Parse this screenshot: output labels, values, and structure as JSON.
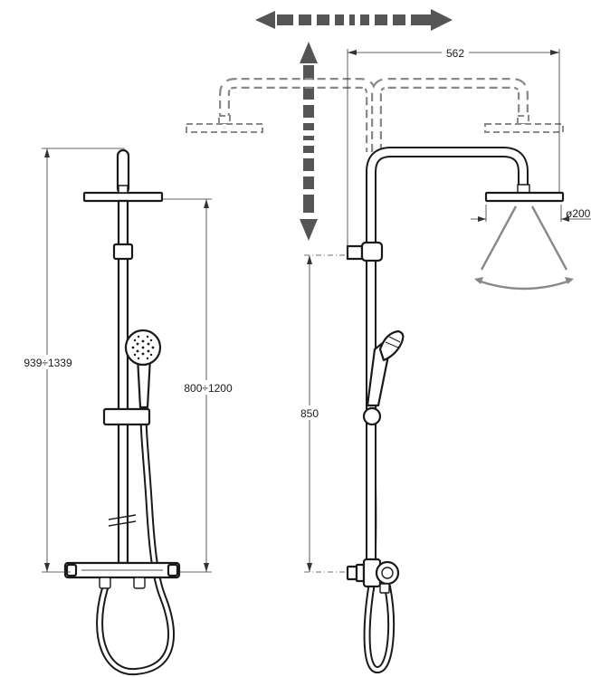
{
  "dimensions": {
    "total_height": "939÷1339",
    "head_height": "800÷1200",
    "outlet_height": "850",
    "arm_reach": "562",
    "head_diameter": "ø200"
  },
  "colors": {
    "outline": "#1a1a1a",
    "adjustment_arrow": "#555555",
    "ghost_position": "#8a8a8a"
  }
}
